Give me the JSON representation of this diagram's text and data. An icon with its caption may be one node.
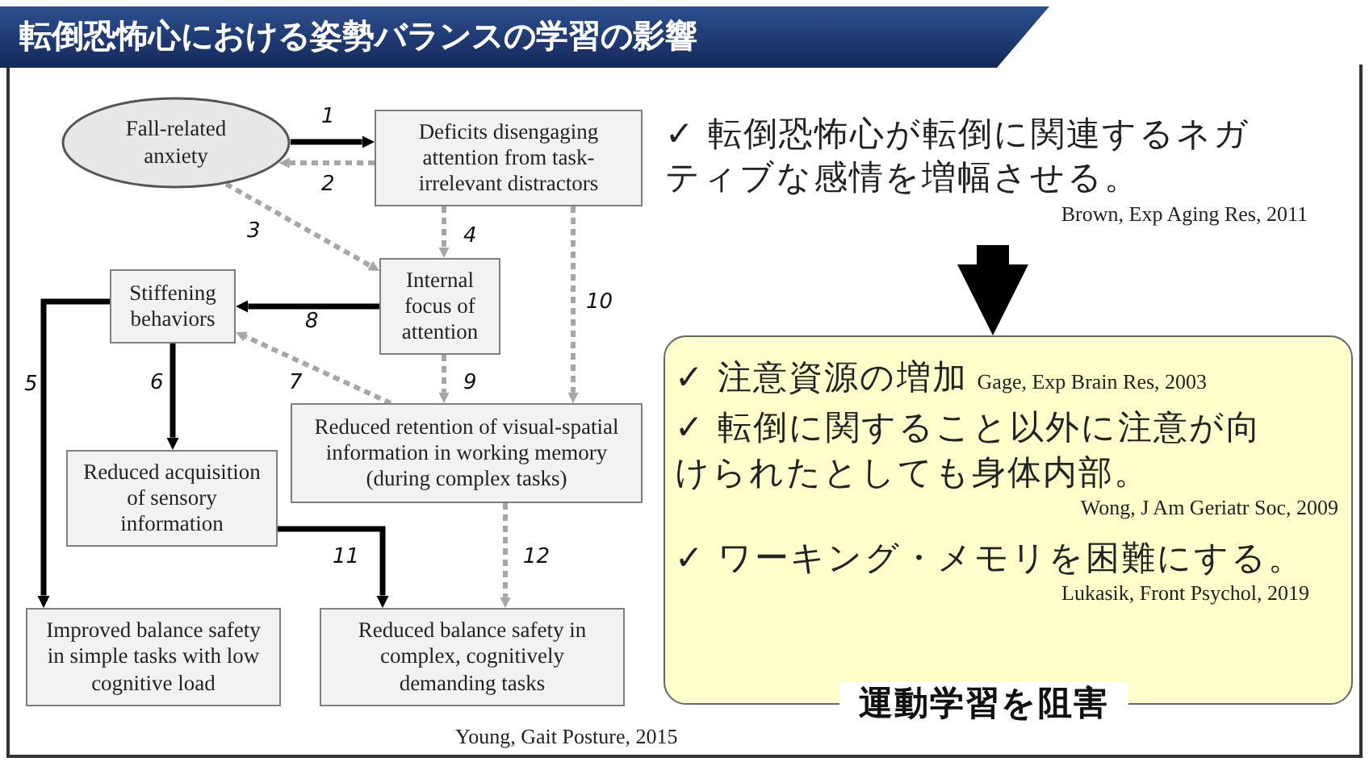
{
  "diagram": {
    "title": "転倒恐怖心における姿勢バランスの学習の影響",
    "nodes": [
      {
        "text": [
          "Fall-related anxiety"
        ]
      },
      {
        "text": [
          "Deficits disengaging attention from task-irrelevant distractors"
        ]
      },
      {
        "text": [
          "Internal focus of attention"
        ]
      },
      {
        "text": [
          "Stiffening behaviors"
        ]
      },
      {
        "text": [
          "Reduced retention of visual-spatial information in working memory (during complex tasks)"
        ]
      },
      {
        "text": [
          "Reduced acquisition of sensory information"
        ]
      },
      {
        "text": [
          "Improved balance safety in simple tasks with low cognitive load"
        ]
      },
      {
        "text": [
          "Reduced balance safety in complex, cognitively demanding tasks"
        ]
      },
      {
        "text": [
          "✓ 転倒恐怖心が転倒に関連するネガティブな感情を増幅させる。",
          "Brown, Exp Aging Res, 2011"
        ]
      },
      {
        "text": [
          "✓ 注意資源の増加",
          "Gage, Exp Brain Res, 2003",
          "✓ 転倒に関すること以外に注意が向けられたとしても身体内部。",
          "Wong, J Am Geriatr Soc, 2009",
          "✓ ワーキング・メモリを困難にする。",
          "Lukasik, Front Psychol, 2019",
          "運動学習を阻害"
        ]
      }
    ],
    "edges": [
      {
        "from": 0,
        "to": 1,
        "arrow": "to",
        "label": "1",
        "color": "#000000"
      },
      {
        "from": 1,
        "to": 0,
        "arrow": "to",
        "label": "2",
        "style": "dashed"
      },
      {
        "from": 0,
        "to": 2,
        "arrow": "to",
        "label": "3",
        "style": "dashed"
      },
      {
        "from": 1,
        "to": 2,
        "arrow": "to",
        "label": "4",
        "style": "dashed"
      },
      {
        "from": 3,
        "to": 6,
        "arrow": "to",
        "label": "5",
        "color": "#000000"
      },
      {
        "from": 3,
        "to": 5,
        "arrow": "to",
        "label": "6",
        "color": "#000000"
      },
      {
        "from": 4,
        "to": 3,
        "arrow": "to",
        "label": "7",
        "style": "dashed"
      },
      {
        "from": 2,
        "to": 3,
        "arrow": "to",
        "label": "8",
        "color": "#000000"
      },
      {
        "from": 2,
        "to": 4,
        "arrow": "to",
        "label": "9",
        "style": "dashed"
      },
      {
        "from": 1,
        "to": 4,
        "arrow": "to",
        "label": "10",
        "style": "dashed"
      },
      {
        "from": 5,
        "to": 7,
        "arrow": "to",
        "label": "11",
        "color": "#000000"
      },
      {
        "from": 4,
        "to": 7,
        "arrow": "to",
        "label": "12",
        "style": "dashed"
      },
      {
        "from": 8,
        "to": 9,
        "arrow": "to",
        "style": "thick",
        "color": "#000000"
      }
    ],
    "labels": [
      "Young, Gait Posture, 2015"
    ]
  }
}
